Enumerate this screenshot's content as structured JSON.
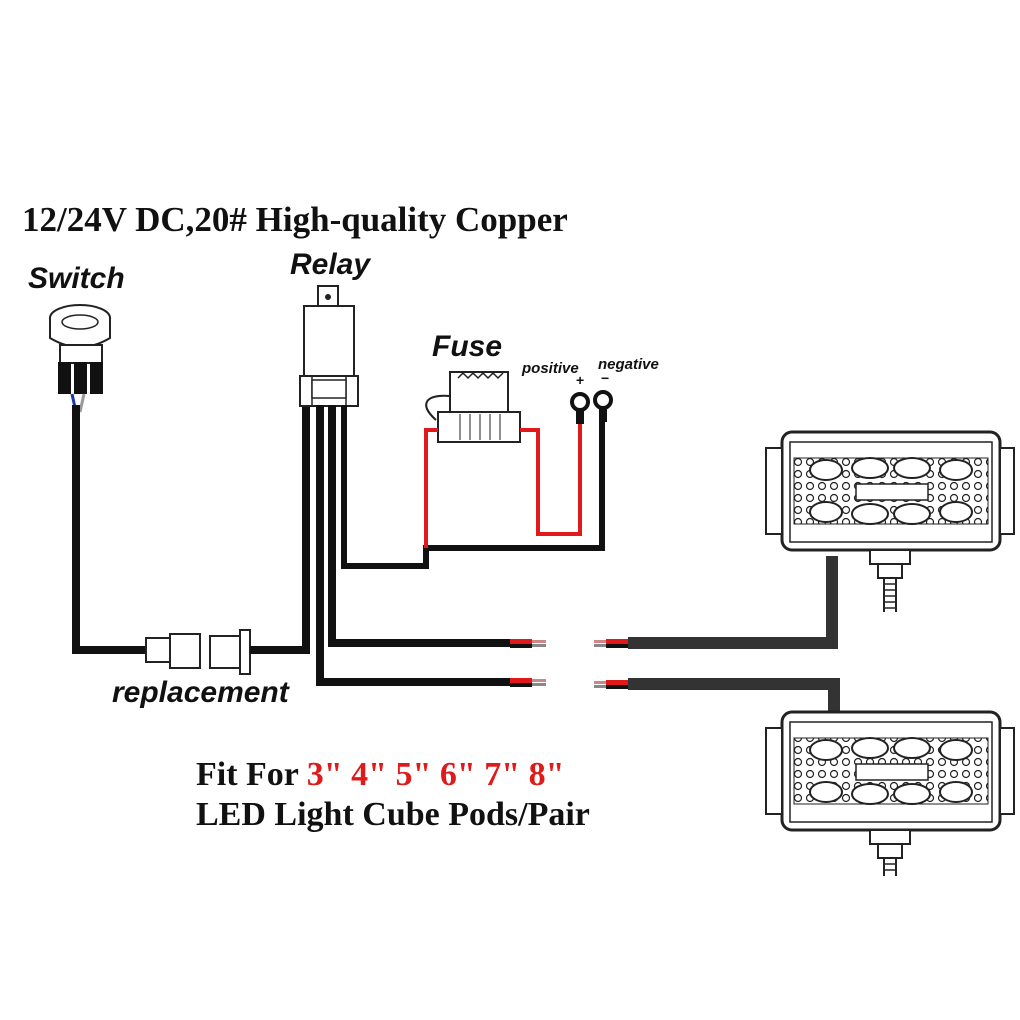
{
  "title": "12/24V DC,20# High-quality Copper",
  "labels": {
    "switch": "Switch",
    "relay": "Relay",
    "fuse": "Fuse",
    "positive": "positive",
    "negative": "negative",
    "plus_sign": "+",
    "minus_sign": "−",
    "replacement": "replacement"
  },
  "fit": {
    "prefix": "Fit For",
    "sizes": "3\" 4\" 5\" 6\" 7\" 8\"",
    "line2": "LED Light Cube Pods/Pair"
  },
  "colors": {
    "wire_black": "#111111",
    "wire_red": "#e01a1a",
    "sheath": "#333333",
    "highlight": "#e01a1a"
  }
}
